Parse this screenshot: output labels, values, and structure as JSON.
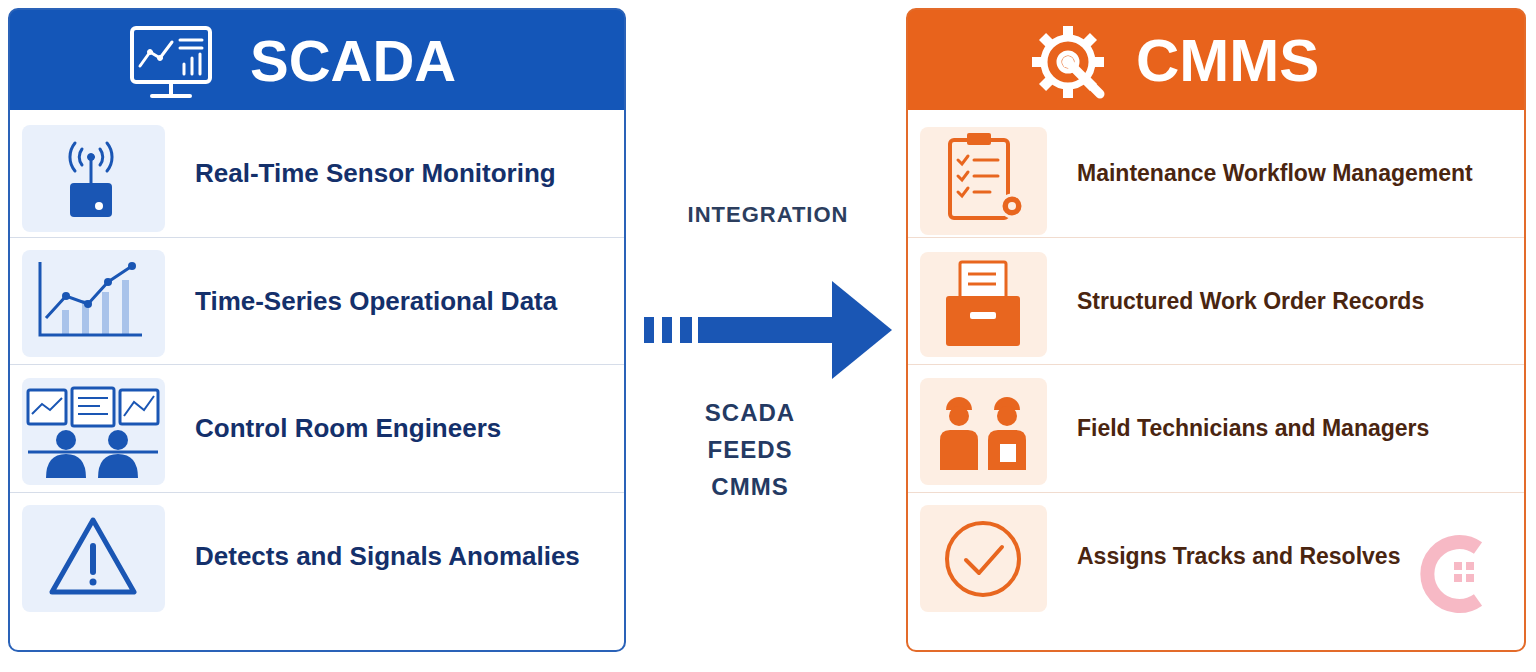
{
  "diagram": {
    "nodes": [
      {
        "text": [
          "SCADA"
        ]
      },
      {
        "text": [
          "Real-Time Sensor Monitoring"
        ],
        "in": 0
      },
      {
        "text": [
          "Time-Series Operational Data"
        ],
        "in": 0
      },
      {
        "text": [
          "Control Room Engineers"
        ],
        "in": 0
      },
      {
        "text": [
          "Detects and Signals Anomalies"
        ],
        "in": 0
      },
      {
        "text": [
          "CMMS"
        ]
      },
      {
        "text": [
          "Maintenance Workflow Management"
        ],
        "in": 5
      },
      {
        "text": [
          "Structured Work Order Records"
        ],
        "in": 5
      },
      {
        "text": [
          "Field Technicians and Managers"
        ],
        "in": 5
      },
      {
        "text": [
          "Assigns Tracks and Resolves"
        ],
        "in": 5
      }
    ],
    "edges": [
      {
        "from": 0,
        "to": 5,
        "arrow": "to",
        "label": "SCADA FEEDS CMMS"
      }
    ],
    "labels": [
      "INTEGRATION"
    ]
  }
}
